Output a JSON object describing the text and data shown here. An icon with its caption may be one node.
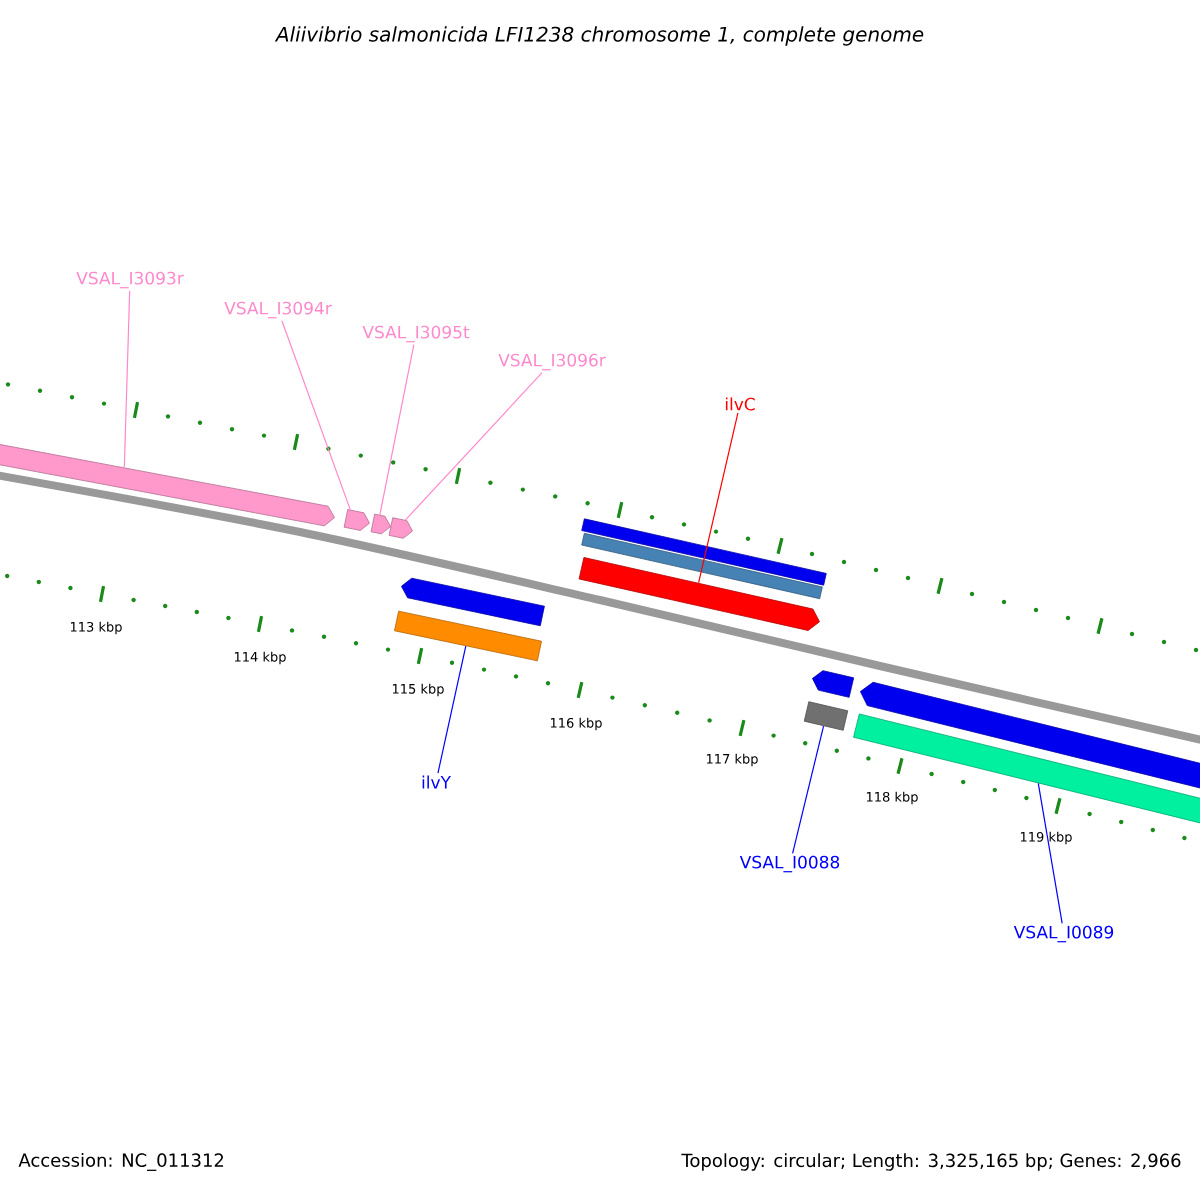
{
  "diagram": {
    "title": "Aliivibrio salmonicida LFI1238 chromosome 1, complete genome",
    "nodes": [
      {
        "text": [
          "VSAL_I3093r"
        ]
      },
      {
        "text": [
          "VSAL_I3094r"
        ]
      },
      {
        "text": [
          "VSAL_I3095t"
        ]
      },
      {
        "text": [
          "VSAL_I3096r"
        ]
      },
      {
        "text": [
          "ilvC"
        ]
      },
      {
        "text": [
          "ilvY"
        ]
      },
      {
        "text": [
          "VSAL_I0088"
        ]
      },
      {
        "text": [
          "VSAL_I0089"
        ]
      },
      {
        "text": [],
        "shape": "bar"
      },
      {
        "text": [],
        "shape": "bar"
      },
      {
        "text": [],
        "shape": "bar"
      },
      {
        "text": [],
        "shape": "bar"
      },
      {
        "text": [],
        "shape": "bar"
      },
      {
        "text": [],
        "shape": "bar"
      },
      {
        "text": [],
        "shape": "bar"
      },
      {
        "text": [],
        "shape": "bar"
      },
      {
        "text": [],
        "shape": "bar"
      },
      {
        "text": [],
        "shape": "bar"
      },
      {
        "text": [],
        "shape": "bar"
      },
      {
        "text": [],
        "shape": "bar"
      },
      {
        "text": [],
        "shape": "bar"
      }
    ],
    "edges": [
      {
        "from": 0,
        "to": 8,
        "arrow": "none"
      },
      {
        "from": 1,
        "to": 9,
        "arrow": "none"
      },
      {
        "from": 2,
        "to": 10,
        "arrow": "none"
      },
      {
        "from": 3,
        "to": 11,
        "arrow": "none"
      },
      {
        "from": 4,
        "to": 16,
        "arrow": "none",
        "color": "#ff0000"
      },
      {
        "from": 5,
        "to": 13,
        "arrow": "none",
        "color": "#0000ff"
      },
      {
        "from": 6,
        "to": 18,
        "arrow": "none",
        "color": "#0000ff"
      },
      {
        "from": 7,
        "to": 20,
        "arrow": "none",
        "color": "#0000ff"
      }
    ],
    "labels": [
      "113 kbp",
      "114 kbp",
      "115 kbp",
      "116 kbp",
      "117 kbp",
      "118 kbp",
      "119 kbp",
      "Accession: NC_011312",
      "Topology: circular; Length: 3,325,165 bp; Genes: 2,966"
    ]
  }
}
